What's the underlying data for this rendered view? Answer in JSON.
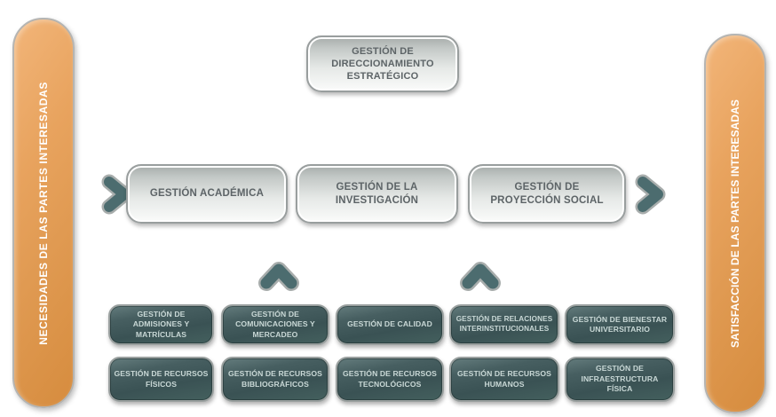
{
  "side_bars": {
    "left_label": "NECESIDADES DE LAS PARTES INTERESADAS",
    "right_label": "SATISFACCIÓN DE LAS PARTES INTERESADAS"
  },
  "strategic": {
    "label": "GESTIÓN DE DIRECCIONAMIENTO ESTRATÉGICO"
  },
  "mission": {
    "items": [
      "GESTIÓN ACADÉMICA",
      "GESTIÓN DE LA INVESTIGACIÓN",
      "GESTIÓN DE PROYECCIÓN SOCIAL"
    ]
  },
  "support": {
    "row1": [
      "GESTIÓN DE ADMISIONES Y MATRÍCULAS",
      "GESTIÓN DE COMUNICACIONES Y MERCADEO",
      "GESTIÓN DE CALIDAD",
      "GESTIÓN DE RELACIONES INTERINSTITUCIONALES",
      "GESTIÓN DE BIENESTAR UNIVERSITARIO"
    ],
    "row2": [
      "GESTIÓN DE RECURSOS FÍSICOS",
      "GESTIÓN DE RECURSOS BIBLIOGRÁFICOS",
      "GESTIÓN DE RECURSOS TECNOLÓGICOS",
      "GESTIÓN DE RECURSOS HUMANOS",
      "GESTIÓN DE INFRAESTRUCTURA FÍSICA"
    ]
  },
  "icons": {
    "input_arrow": "chevron-right",
    "output_arrow": "chevron-right",
    "feedback_arrows": "chevron-up"
  },
  "colors": {
    "orange_bar": "#E09A52",
    "teal_box": "#3A5254",
    "teal_arrow": "#4C6C6F",
    "gray_box_text": "#5D6467",
    "teal_box_text": "#C9D8D6",
    "border_gray": "#9AA09F",
    "background": "#FFFFFF"
  }
}
